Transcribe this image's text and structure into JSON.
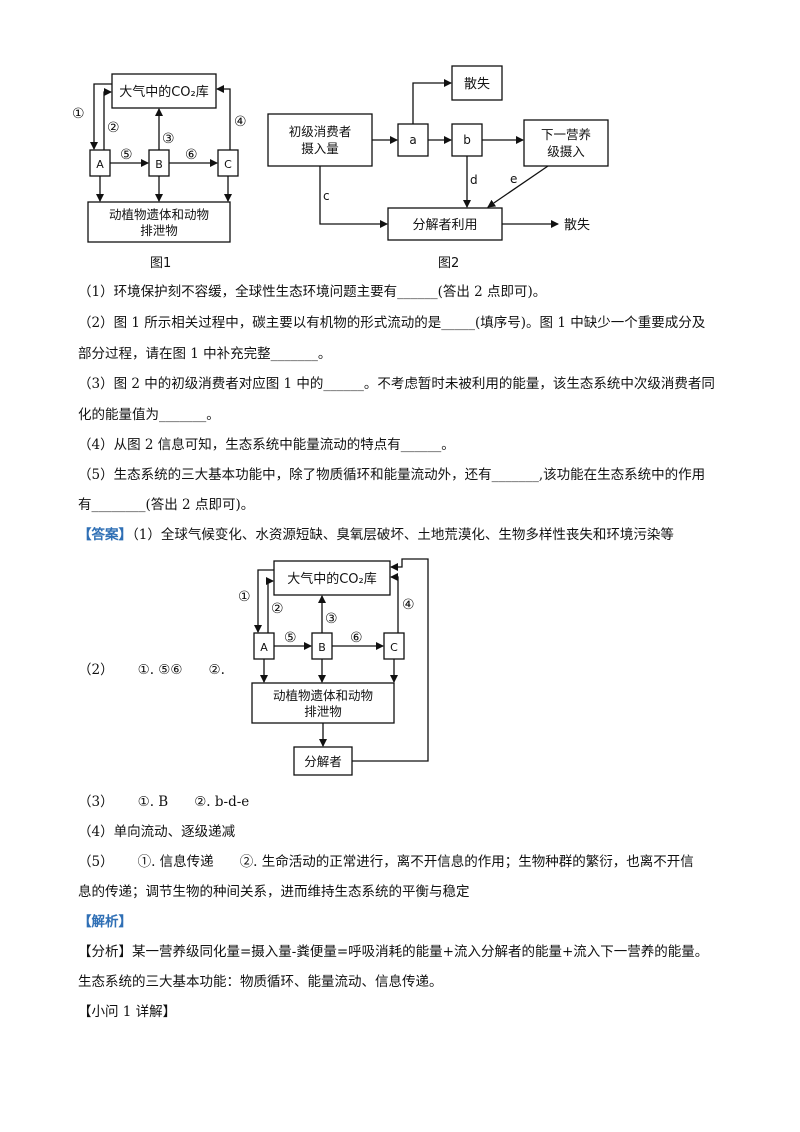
{
  "figure1": {
    "box_atmosphere": "大气中的CO₂库",
    "box_a": "A",
    "box_b": "B",
    "box_c": "C",
    "box_remains_line1": "动植物遗体和动物",
    "box_remains_line2": "排泄物",
    "n1": "①",
    "n2": "②",
    "n3": "③",
    "n4": "④",
    "n5": "⑤",
    "n6": "⑥",
    "caption": "图1"
  },
  "figure2": {
    "box_primary_line1": "初级消费者",
    "box_primary_line2": "摄入量",
    "box_a": "a",
    "box_b": "b",
    "box_lost_top": "散失",
    "box_next_line1": "下一营养",
    "box_next_line2": "级摄入",
    "box_decomposer": "分解者利用",
    "lost_right": "散失",
    "label_c": "c",
    "label_d": "d",
    "label_e": "e",
    "caption": "图2"
  },
  "questions": {
    "q1": "（1）环境保护刻不容缓，全球性生态环境问题主要有______(答出 2 点即可)。",
    "q2a": "（2）图 1 所示相关过程中，碳主要以有机物的形式流动的是_____(填序号)。图 1 中缺少一个重要成分及",
    "q2b": "部分过程，请在图 1 中补充完整_______。",
    "q3a": "（3）图 2 中的初级消费者对应图 1 中的______。不考虑暂时未被利用的能量，该生态系统中次级消费者同",
    "q3b": "化的能量值为_______。",
    "q4": "（4）从图 2 信息可知，生态系统中能量流动的特点有______。",
    "q5a": "（5）生态系统的三大基本功能中，除了物质循环和能量流动外，还有_______,该功能在生态系统中的作用",
    "q5b": "有________(答出 2 点即可)。"
  },
  "answer": {
    "tag": "【答案】",
    "a1": "（1）全球气候变化、水资源短缺、臭氧层破坏、土地荒漠化、生物多样性丧失和环境污染等",
    "a2_label": "（2）",
    "a2_part1": "①. ⑤⑥",
    "a2_part2": "②.",
    "a3_label": "（3）",
    "a3_part1": "①. B",
    "a3_part2": "②. b-d-e",
    "a4": "（4）单向流动、逐级递减",
    "a5_label": "（5）",
    "a5_part1": "①. 信息传递",
    "a5_part2": "②. 生命活动的正常进行，离不开信息的作用；生物种群的繁衍，也离不开信",
    "a5_cont": "息的传递；调节生物的种间关系，进而维持生态系统的平衡与稳定"
  },
  "answer_figure": {
    "box_atmosphere": "大气中的CO₂库",
    "box_a": "A",
    "box_b": "B",
    "box_c": "C",
    "box_remains_line1": "动植物遗体和动物",
    "box_remains_line2": "排泄物",
    "box_decomposer": "分解者",
    "n1": "①",
    "n2": "②",
    "n3": "③",
    "n4": "④",
    "n5": "⑤",
    "n6": "⑥"
  },
  "analysis": {
    "tag": "【解析】",
    "l1": "【分析】某一营养级同化量=摄入量-粪便量=呼吸消耗的能量+流入分解者的能量+流入下一营养的能量。",
    "l2": "生态系统的三大基本功能：物质循环、能量流动、信息传递。",
    "l3": "【小问 1 详解】"
  }
}
